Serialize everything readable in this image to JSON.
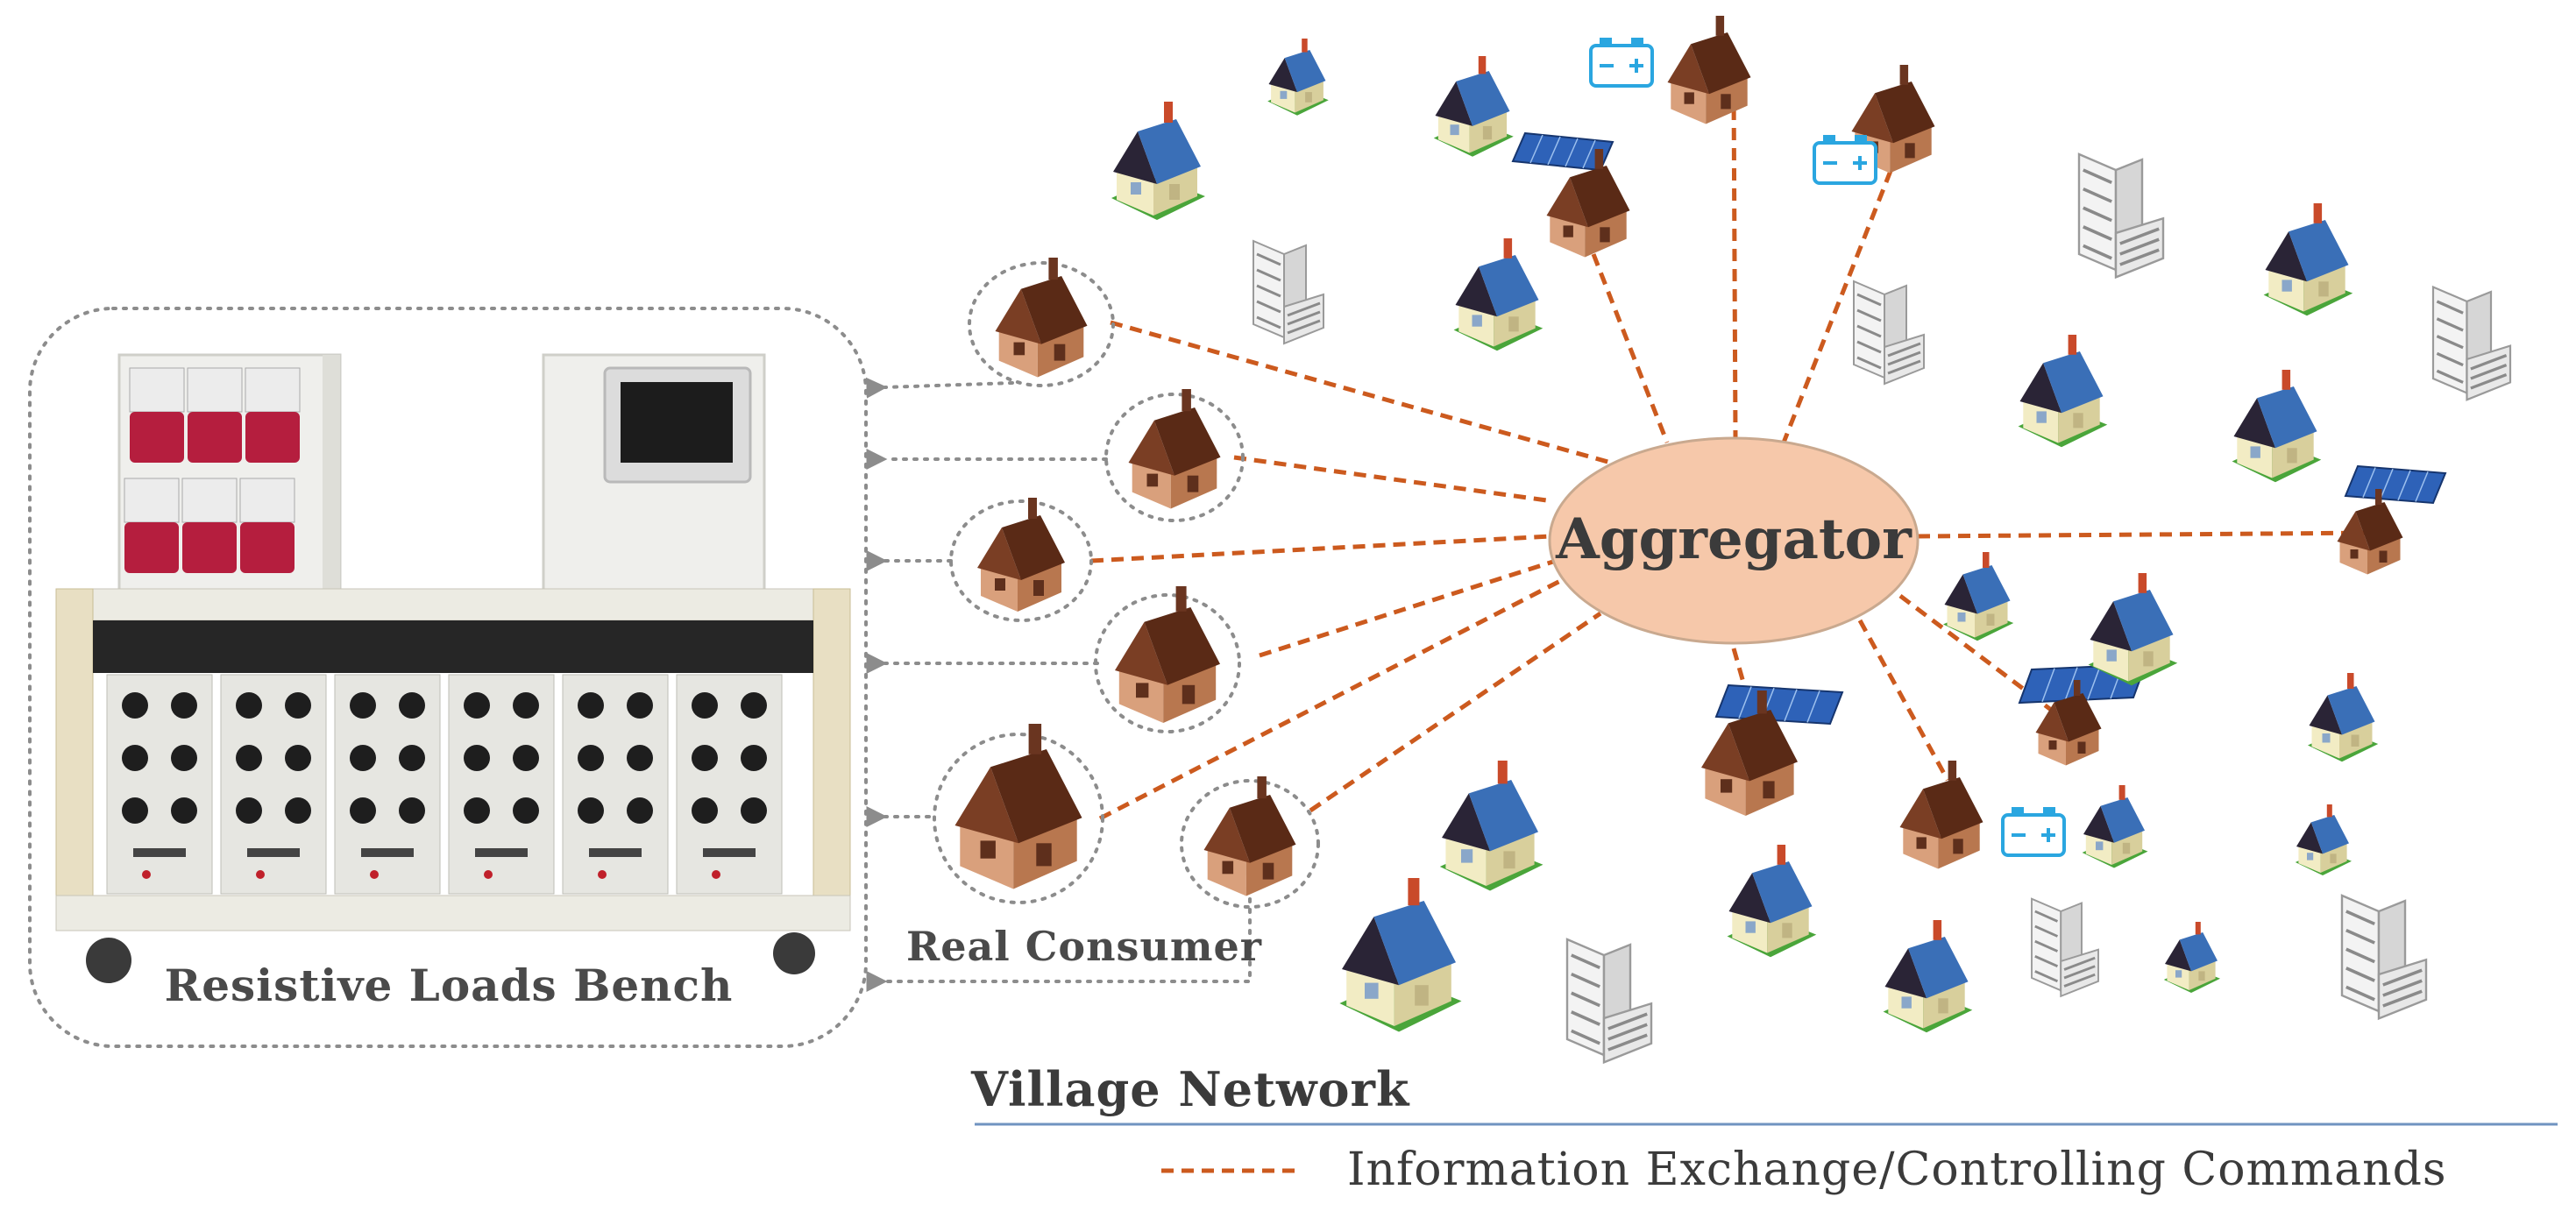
{
  "labels": {
    "aggregator": "Aggregator",
    "bench": "Resistive Loads Bench",
    "real_consumer": "Real Consumer",
    "network": "Village Network",
    "legend": "Information Exchange/Controlling Commands"
  },
  "colors": {
    "link": "#cc5a1e",
    "aggregator_fill": "#f6c8aa",
    "aggregator_stroke": "#c9a98f",
    "dotted": "#8c8c8c",
    "network_rule": "#6f93c0",
    "battery": "#2aa6e0",
    "roof_dark": "#2a2436",
    "roof_blue": "#3a6fb7",
    "wall_cream": "#f2ecc4",
    "house_brown": "#7a3e24",
    "house_tan": "#d9a07c",
    "solar": "#2e62b8",
    "meter_red": "#b51e3e"
  },
  "icons": {
    "house": "house-icon",
    "battery": "battery-icon",
    "solar": "solar-panel-icon",
    "building": "apartment-building-icon"
  }
}
